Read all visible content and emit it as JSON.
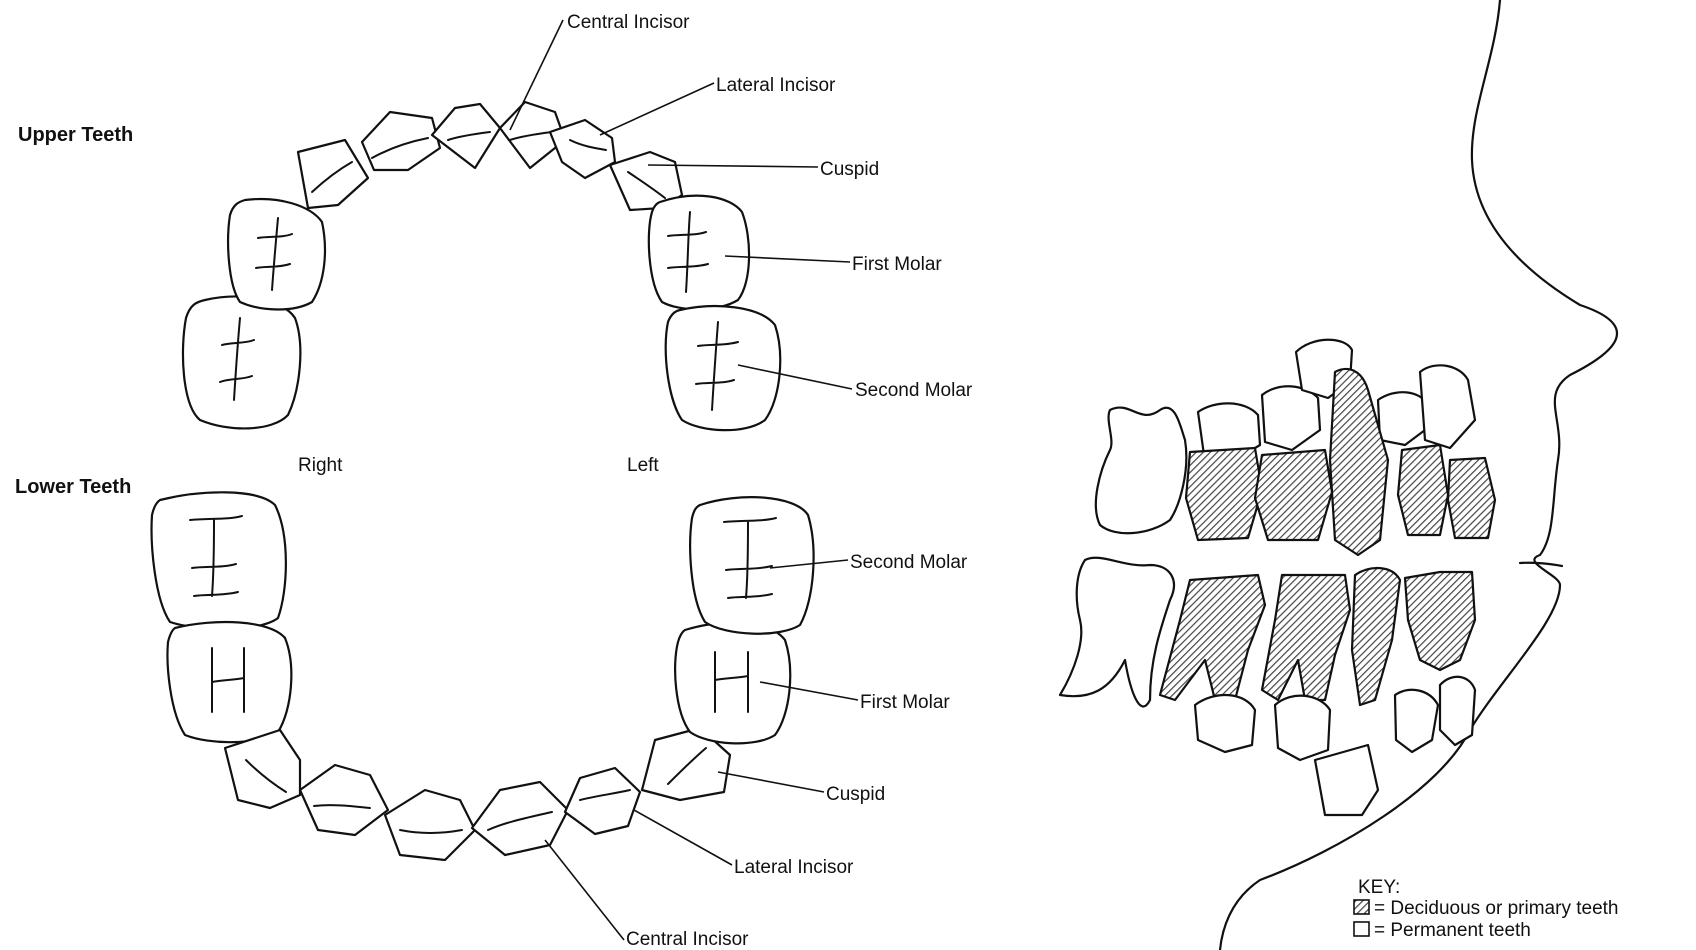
{
  "headings": {
    "upper": "Upper Teeth",
    "lower": "Lower Teeth",
    "right": "Right",
    "left": "Left"
  },
  "upper_labels": {
    "central_incisor": "Central Incisor",
    "lateral_incisor": "Lateral Incisor",
    "cuspid": "Cuspid",
    "first_molar": "First Molar",
    "second_molar": "Second Molar"
  },
  "lower_labels": {
    "second_molar": "Second Molar",
    "first_molar": "First Molar",
    "cuspid": "Cuspid",
    "lateral_incisor": "Lateral Incisor",
    "central_incisor": "Central Incisor"
  },
  "key": {
    "title": "KEY:",
    "deciduous": "= Deciduous or primary teeth",
    "permanent": "= Permanent teeth"
  },
  "colors": {
    "ink": "#111111",
    "paper": "#ffffff",
    "shading": "#555555"
  }
}
